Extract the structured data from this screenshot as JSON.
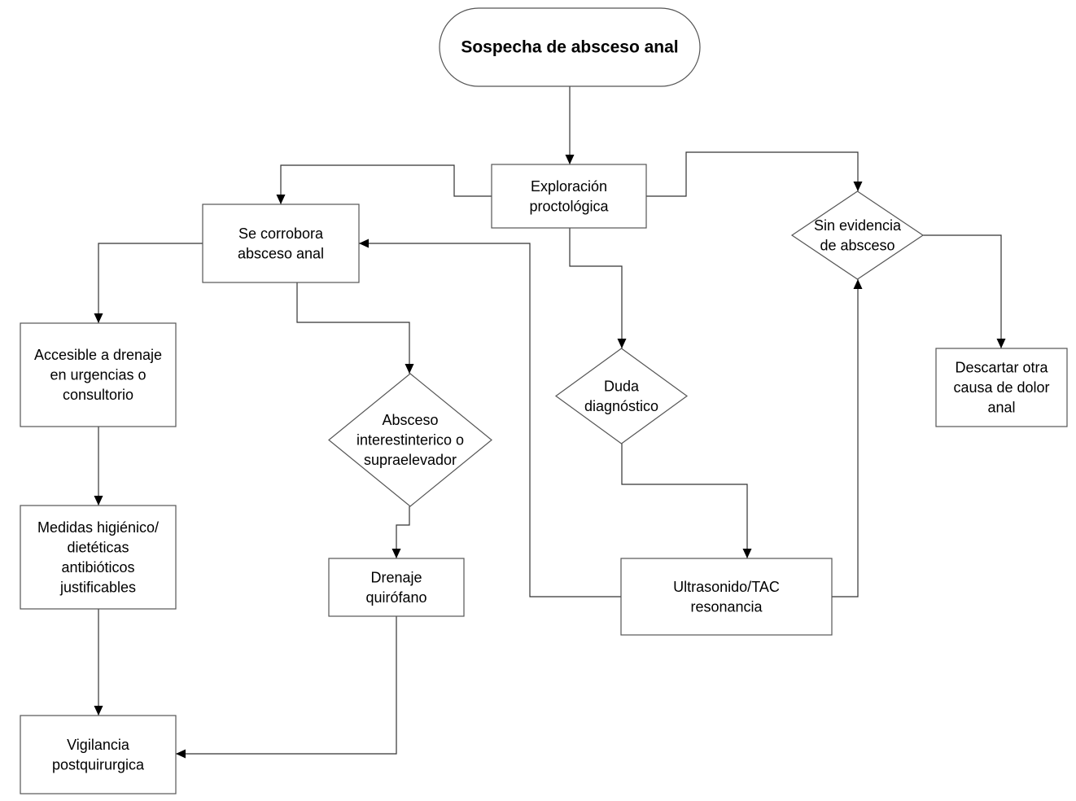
{
  "nodes": {
    "start": {
      "lines": [
        "Sospecha de absceso anal"
      ]
    },
    "exploracion": {
      "lines": [
        "Exploración",
        "proctológica"
      ]
    },
    "corrobora": {
      "lines": [
        "Se corrobora",
        "absceso anal"
      ]
    },
    "sin_evidencia": {
      "lines": [
        "Sin evidencia",
        "de absceso"
      ]
    },
    "accesible": {
      "lines": [
        "Accesible a drenaje",
        "en urgencias o",
        "consultorio"
      ]
    },
    "interesfinterico": {
      "lines": [
        "Absceso",
        "interestinterico o",
        "supraelevador"
      ]
    },
    "duda": {
      "lines": [
        "Duda",
        "diagnóstico"
      ]
    },
    "descartar": {
      "lines": [
        "Descartar otra",
        "causa de dolor",
        "anal"
      ]
    },
    "medidas": {
      "lines": [
        "Medidas higiénico/",
        "dietéticas",
        "antibióticos",
        "justificables"
      ]
    },
    "drenaje": {
      "lines": [
        "Drenaje",
        "quirófano"
      ]
    },
    "ultrasonido": {
      "lines": [
        "Ultrasonido/TAC",
        "resonancia"
      ]
    },
    "vigilancia": {
      "lines": [
        "Vigilancia",
        "postquirurgica"
      ]
    }
  }
}
